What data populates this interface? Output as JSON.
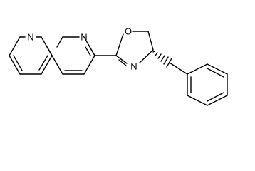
{
  "atoms": {
    "oxygen": "O",
    "nitrogen_oxazoline": "N",
    "nitrogen_ring_1": "N",
    "nitrogen_ring_8": "N"
  },
  "stereo_bond": "hashed-wedge",
  "colors": {
    "bond": "#000000",
    "label": "#000000",
    "background": "#ffffff"
  }
}
